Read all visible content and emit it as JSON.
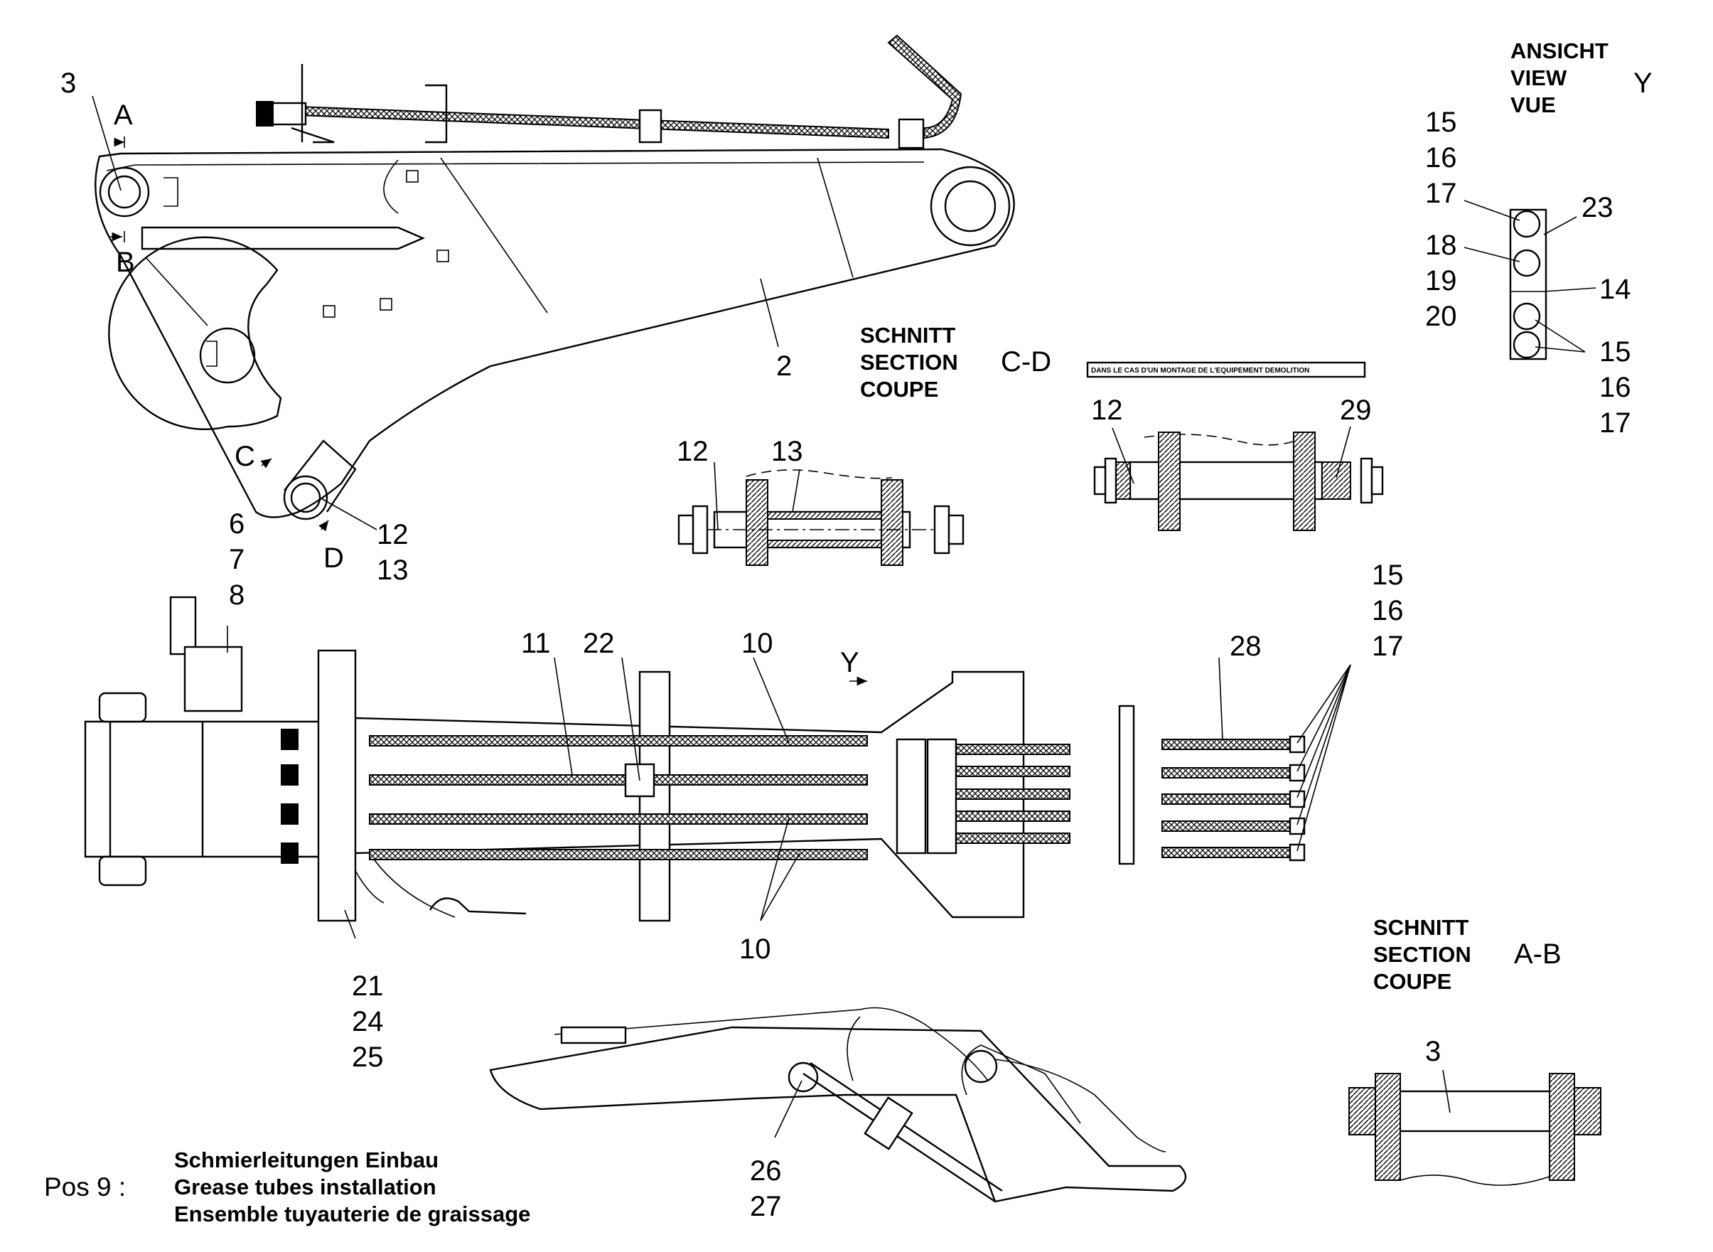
{
  "title_block": {
    "pos_label": "Pos 9 :",
    "line_de": "Schmierleitungen Einbau",
    "line_en": "Grease tubes installation",
    "line_fr": "Ensemble tuyauterie de graissage"
  },
  "view_y": {
    "line1": "ANSICHT",
    "line2": "VIEW",
    "line3": "VUE",
    "letter": "Y"
  },
  "section_cd": {
    "line1": "SCHNITT",
    "line2": "SECTION",
    "line3": "COUPE",
    "letters": "C-D"
  },
  "section_ab": {
    "line1": "SCHNITT",
    "line2": "SECTION",
    "line3": "COUPE",
    "letters": "A-B"
  },
  "demolition_note": "DANS LE CAS D'UN MONTAGE DE L'EQUIPEMENT DEMOLITION",
  "cut_letters": {
    "a": "A",
    "b": "B",
    "c": "C",
    "d": "D",
    "y": "Y"
  },
  "callouts": {
    "c3_top": "3",
    "c2": "2",
    "c12_boom": "12",
    "c13_boom": "13",
    "c6": "6",
    "c7": "7",
    "c8": "8",
    "c12_cd": "12",
    "c13_cd": "13",
    "c12_demo": "12",
    "c29": "29",
    "c15_y": "15",
    "c16_y": "16",
    "c17_y": "17",
    "c18": "18",
    "c19": "19",
    "c20": "20",
    "c23": "23",
    "c14": "14",
    "c15_y2": "15",
    "c16_y2": "16",
    "c17_y2": "17",
    "c11": "11",
    "c22": "22",
    "c10_top": "10",
    "c10_bottom": "10",
    "c28": "28",
    "c15_right": "15",
    "c16_right": "16",
    "c17_right": "17",
    "c21": "21",
    "c24": "24",
    "c25": "25",
    "c26": "26",
    "c27": "27",
    "c3_ab": "3"
  }
}
